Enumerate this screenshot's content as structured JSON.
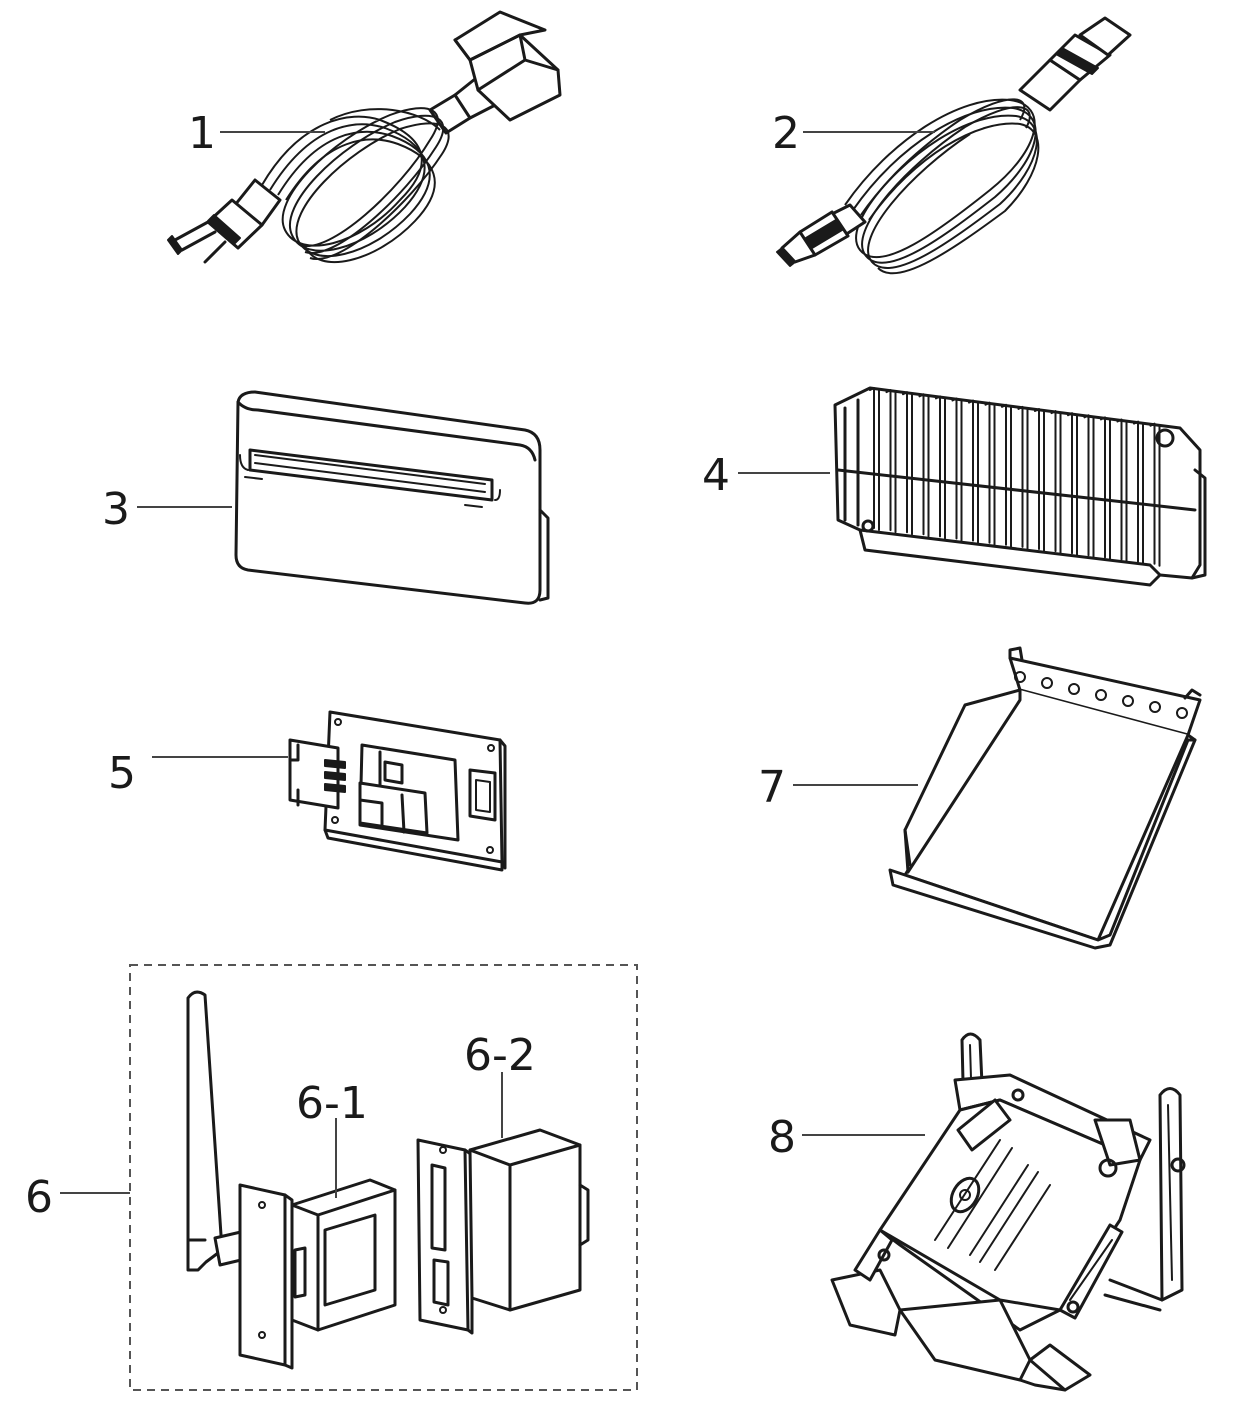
{
  "labels": {
    "l1": "1",
    "l2": "2",
    "l3": "3",
    "l4": "4",
    "l5": "5",
    "l6": "6",
    "l6_1": "6-1",
    "l6_2": "6-2",
    "l7": "7",
    "l8": "8"
  }
}
